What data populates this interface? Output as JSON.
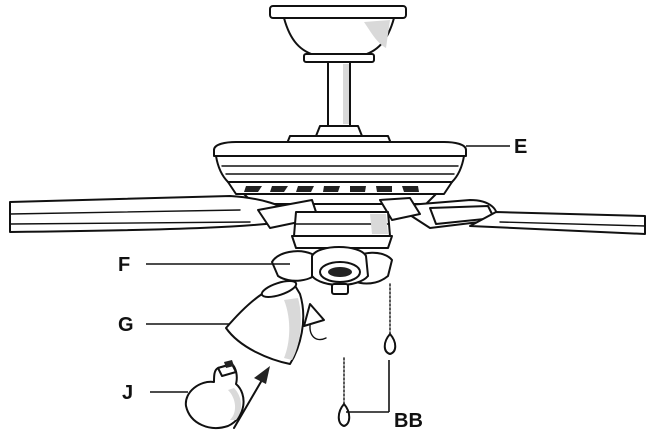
{
  "labels": {
    "e": "E",
    "f": "F",
    "g": "G",
    "j": "J",
    "bb": "BB"
  },
  "colors": {
    "line": "#111111",
    "shade": "#d9d9d9",
    "background": "#ffffff"
  }
}
